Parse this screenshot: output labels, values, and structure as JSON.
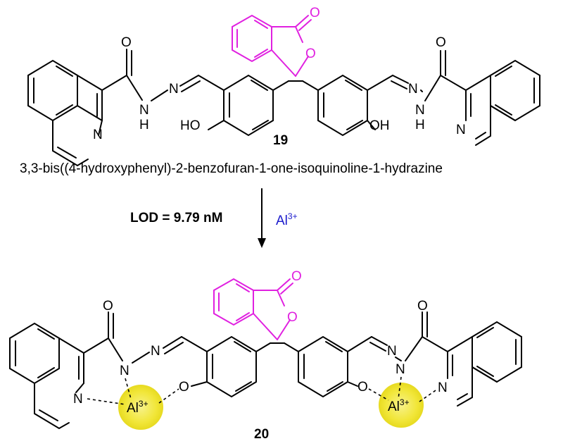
{
  "compound_top": {
    "number": "19",
    "name": "3,3-bis((4-hydroxyphenyl)-2-benzofuran-1-one-isoquinoline-1-hydrazine",
    "atoms": {
      "O": "O",
      "N": "N",
      "H": "H",
      "HO": "HO",
      "OH": "OH"
    }
  },
  "reaction": {
    "lod": "LOD = 9.79 nM",
    "reagent": "Al",
    "reagent_charge": "3+",
    "arrow": "down-arrow"
  },
  "compound_bottom": {
    "number": "20",
    "metal": "Al",
    "metal_charge": "3+"
  },
  "colors": {
    "lactone": "#e020e0",
    "metal_glow": "#f4ec3c",
    "reagent": "#1a1acc"
  }
}
